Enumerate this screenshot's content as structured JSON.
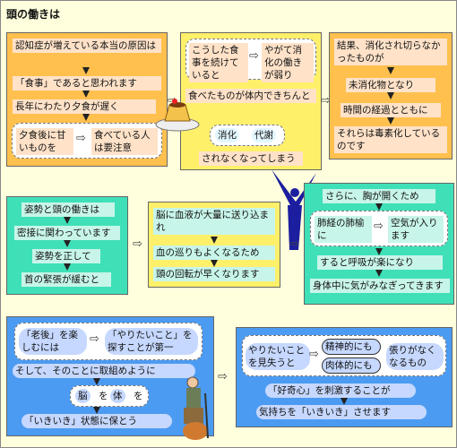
{
  "title": "頭の働きは",
  "panel1": {
    "line1": "認知症が増えている本当の原因は",
    "line2": "「食事」であると思われます",
    "line3": "長年にわたり夕食が遅く",
    "line4": "夕食後に甘いものを",
    "line5": "食べている人は要注意"
  },
  "panel2": {
    "line1": "こうした食事を続けていると",
    "line2": "やがて消化の働きが弱り",
    "line3": "食べたものが体内できちんと",
    "tag1": "消化",
    "tag2": "代謝",
    "line4": "されなくなってしまう"
  },
  "panel3": {
    "line1": "結果、消化され切らなかったものが",
    "line2": "未消化物となり",
    "line3": "時間の経過とともに",
    "line4": "それらは毒素化しているのです"
  },
  "panel4": {
    "line1": "姿勢と頭の働きは",
    "line2": "密接に関わっています",
    "line3": "姿勢を正して",
    "line4": "首の緊張が緩むと"
  },
  "panel5": {
    "line1": "脳に血液が大量に送り込まれ",
    "line2": "血の巡りもよくなるため",
    "line3": "頭の回転が早くなります"
  },
  "panel6": {
    "line1": "さらに、胸が開くため",
    "line2": "肺経の肺榆に",
    "line3": "空気が入ります",
    "line4": "すると呼吸が楽になり",
    "line5": "身体中に気がみなぎってきます"
  },
  "panel7": {
    "line1": "「老後」を楽しむには",
    "line2": "「やりたいこと」を探すことが第一",
    "line3": "そして、そのことに取組めように",
    "tag1": "脳",
    "conj": "を",
    "tag2": "体",
    "conj2": "を",
    "line4": "「いきいき」状態に保とう"
  },
  "panel8": {
    "line1": "やりたいことを見失うと",
    "tag1": "精神的にも",
    "tag2": "肉体的にも",
    "line2": "張りがなくなるもの",
    "line3": "「好奇心」を刺激することが",
    "line4": "気持ちを「いきいき」させます"
  },
  "arrow_glyph": "⇨",
  "colors": {
    "orange": "#ffc04e",
    "yellow": "#fff06a",
    "green": "#3fe0b8",
    "blue": "#4c9bf2"
  }
}
